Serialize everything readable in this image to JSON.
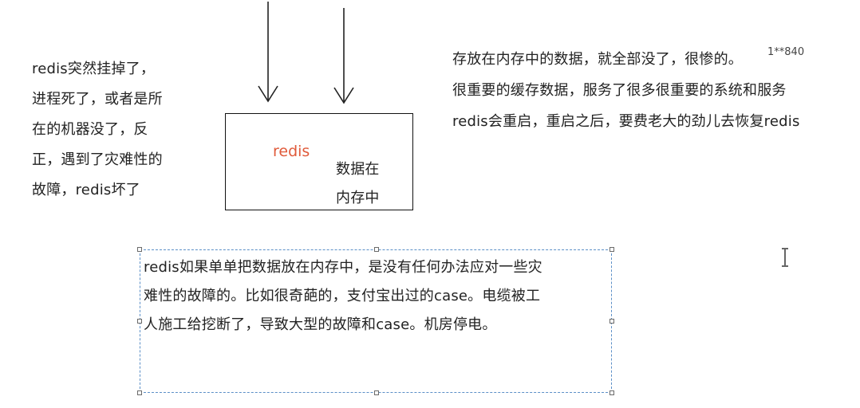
{
  "left_note": {
    "lines": [
      "redis突然挂掉了，",
      "进程死了，或者是所",
      "在的机器没了，反",
      "正，遇到了灾难性的",
      "故障，redis坏了"
    ]
  },
  "right_note": {
    "lines": [
      "存放在内存中的数据，就全部没了，很惨的。",
      "很重要的缓存数据，服务了很多很重要的系统和服务",
      "redis会重启，重启之后，要费老大的劲儿去恢复redis"
    ],
    "watermark": "1**840"
  },
  "diagram": {
    "box_title": "redis",
    "box_title_color": "#e05a3a",
    "box_lines": [
      "数据在",
      "内存中"
    ]
  },
  "selected_textbox": {
    "lines": [
      "redis如果单单把数据放在内存中，是没有任何办法应对一些灾",
      "难性的故障的。比如很奇葩的，支付宝出过的case。电缆被工",
      "人施工给挖断了，导致大型的故障和case。机房停电。"
    ],
    "border_color": "#5b8fc7"
  }
}
